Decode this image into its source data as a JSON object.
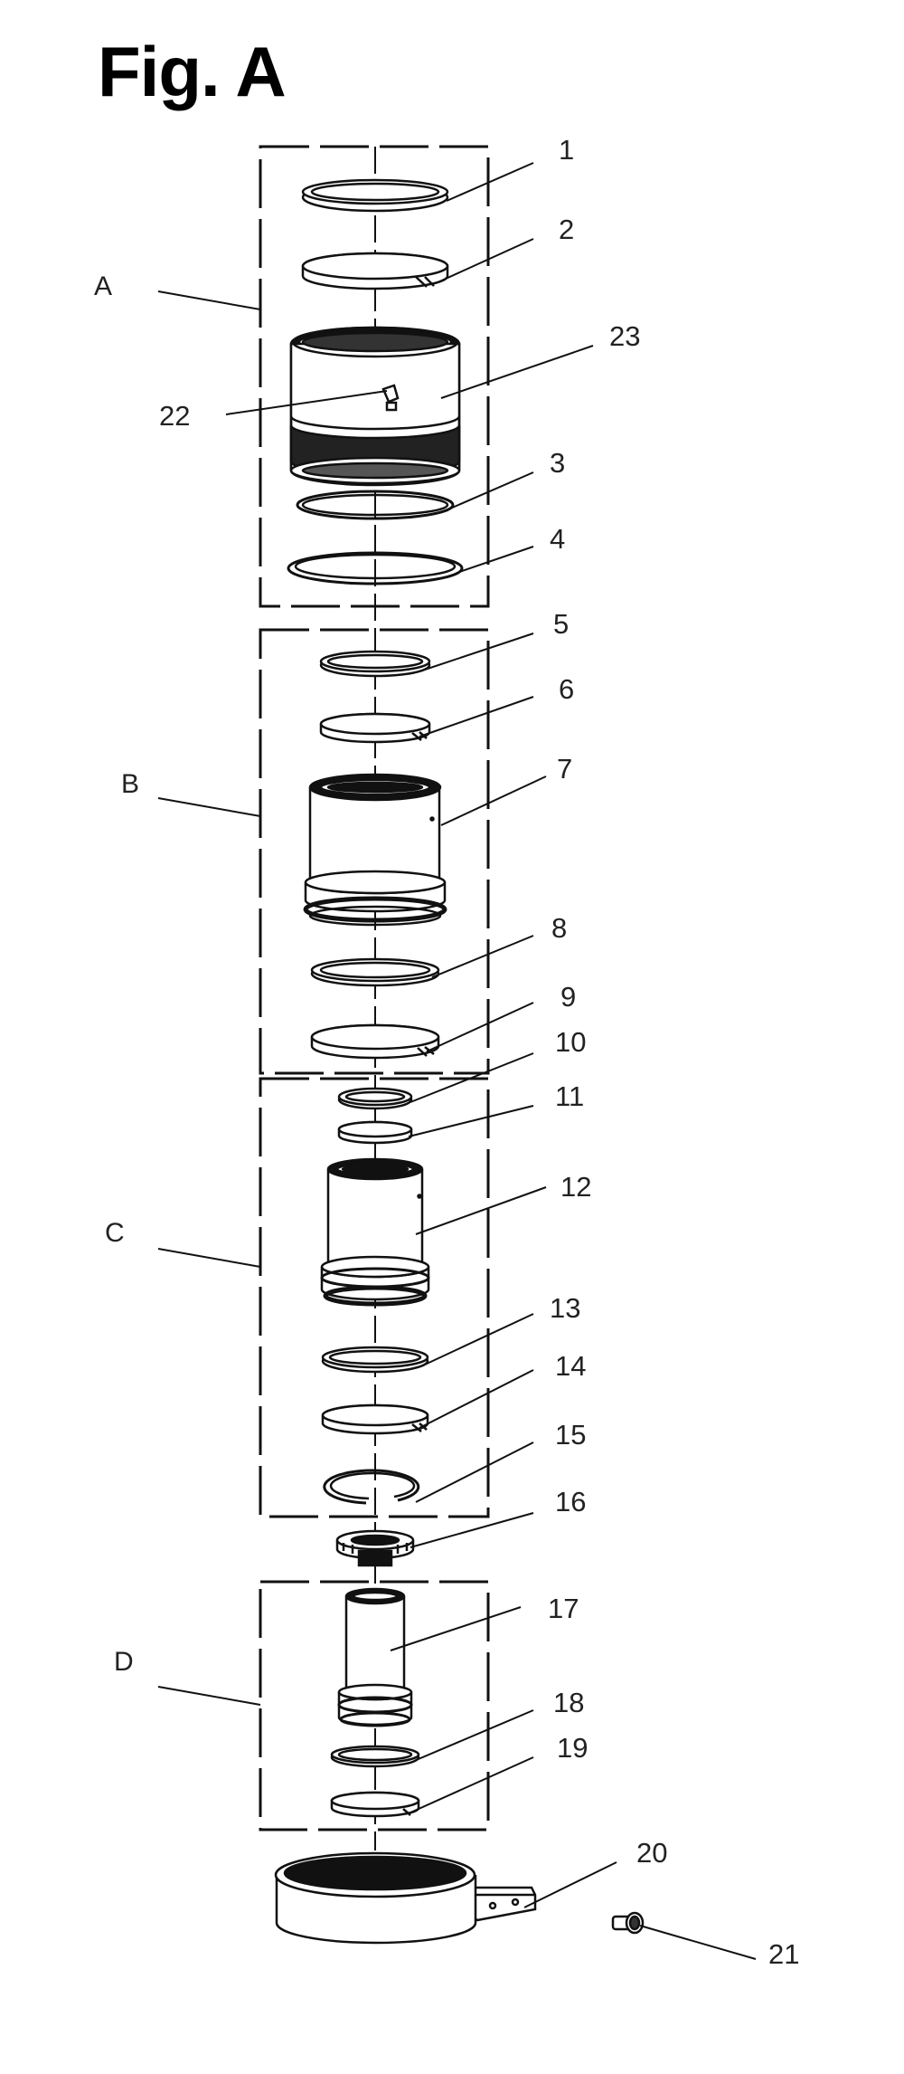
{
  "figure": {
    "title": "Fig. A"
  },
  "groups": [
    {
      "id": "A",
      "label": "A"
    },
    {
      "id": "B",
      "label": "B"
    },
    {
      "id": "C",
      "label": "C"
    },
    {
      "id": "D",
      "label": "D"
    }
  ],
  "parts": [
    {
      "id": "p1",
      "label": "1"
    },
    {
      "id": "p2",
      "label": "2"
    },
    {
      "id": "p3",
      "label": "3"
    },
    {
      "id": "p4",
      "label": "4"
    },
    {
      "id": "p5",
      "label": "5"
    },
    {
      "id": "p6",
      "label": "6"
    },
    {
      "id": "p7",
      "label": "7"
    },
    {
      "id": "p8",
      "label": "8"
    },
    {
      "id": "p9",
      "label": "9"
    },
    {
      "id": "p10",
      "label": "10"
    },
    {
      "id": "p11",
      "label": "11"
    },
    {
      "id": "p12",
      "label": "12"
    },
    {
      "id": "p13",
      "label": "13"
    },
    {
      "id": "p14",
      "label": "14"
    },
    {
      "id": "p15",
      "label": "15"
    },
    {
      "id": "p16",
      "label": "16"
    },
    {
      "id": "p17",
      "label": "17"
    },
    {
      "id": "p18",
      "label": "18"
    },
    {
      "id": "p19",
      "label": "19"
    },
    {
      "id": "p20",
      "label": "20"
    },
    {
      "id": "p21",
      "label": "21"
    },
    {
      "id": "p22",
      "label": "22"
    },
    {
      "id": "p23",
      "label": "23"
    }
  ]
}
